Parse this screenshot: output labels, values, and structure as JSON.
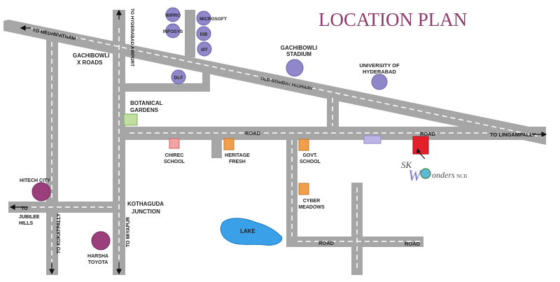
{
  "title": "LOCATION PLAN",
  "colors": {
    "road": "#a6a6a6",
    "dash": "#ffffff",
    "lavender": "#8f87c9",
    "magenta": "#9c3d7c",
    "orange": "#f0a04c",
    "pink": "#f3a3a3",
    "lilac": "#bdb5e3",
    "green": "#bfe0a0",
    "red": "#e3202a",
    "lake": "#3aa0e8",
    "title": "#8b3a6b"
  },
  "directions": {
    "medhipatnam": "TO MEDHIPATNAM",
    "airport": "TO HYDERABAD AIRPORT",
    "lingampally": "TO LINGAMPALLY",
    "jubilee_to": "TO",
    "jubilee_1": "JUBILEE",
    "jubilee_2": "HILLS",
    "kukatpally": "TO KUKATPALLY",
    "miyapur": "TO MIYAPUR"
  },
  "roads": {
    "road_main_left": "ROAD",
    "road_main_right": "ROAD",
    "road_bottom_left": "ROAD",
    "road_bottom_right": "ROAD",
    "old_bombay": "OLD BOMBAY HIGHWAY"
  },
  "places": {
    "gachibowli_x_1": "GACHIBOWLI",
    "gachibowli_x_2": "X ROADS",
    "stadium_1": "GACHIBOWLI",
    "stadium_2": "STADIUM",
    "univ_1": "UNIVERSITY OF",
    "univ_2": "HYDERABAD",
    "botanical_1": "BOTANICAL",
    "botanical_2": "GARDENS",
    "chirec_1": "CHIREC",
    "chirec_2": "SCHOOL",
    "heritage_1": "HERITAGE",
    "heritage_2": "FRESH",
    "govt_1": "GOVT.",
    "govt_2": "SCHOOL",
    "cyber_1": "CYBER",
    "cyber_2": "MEADOWS",
    "kothaguda_1": "KOTHAGUDA",
    "kothaguda_2": "JUNCTION",
    "hitech": "HITECH CITY",
    "harsha_1": "HARSHA",
    "harsha_2": "TOYOTA",
    "lake": "LAKE"
  },
  "circles": {
    "wipro": "WIPRO",
    "infosys": "INFOSYS",
    "microsoft": "MICROSOFT",
    "isb": "ISB",
    "iiit": "IIIT",
    "dlf": "DLF"
  },
  "logo": {
    "sk": "SK",
    "wonders": "onders",
    "ncb": "NCB"
  }
}
